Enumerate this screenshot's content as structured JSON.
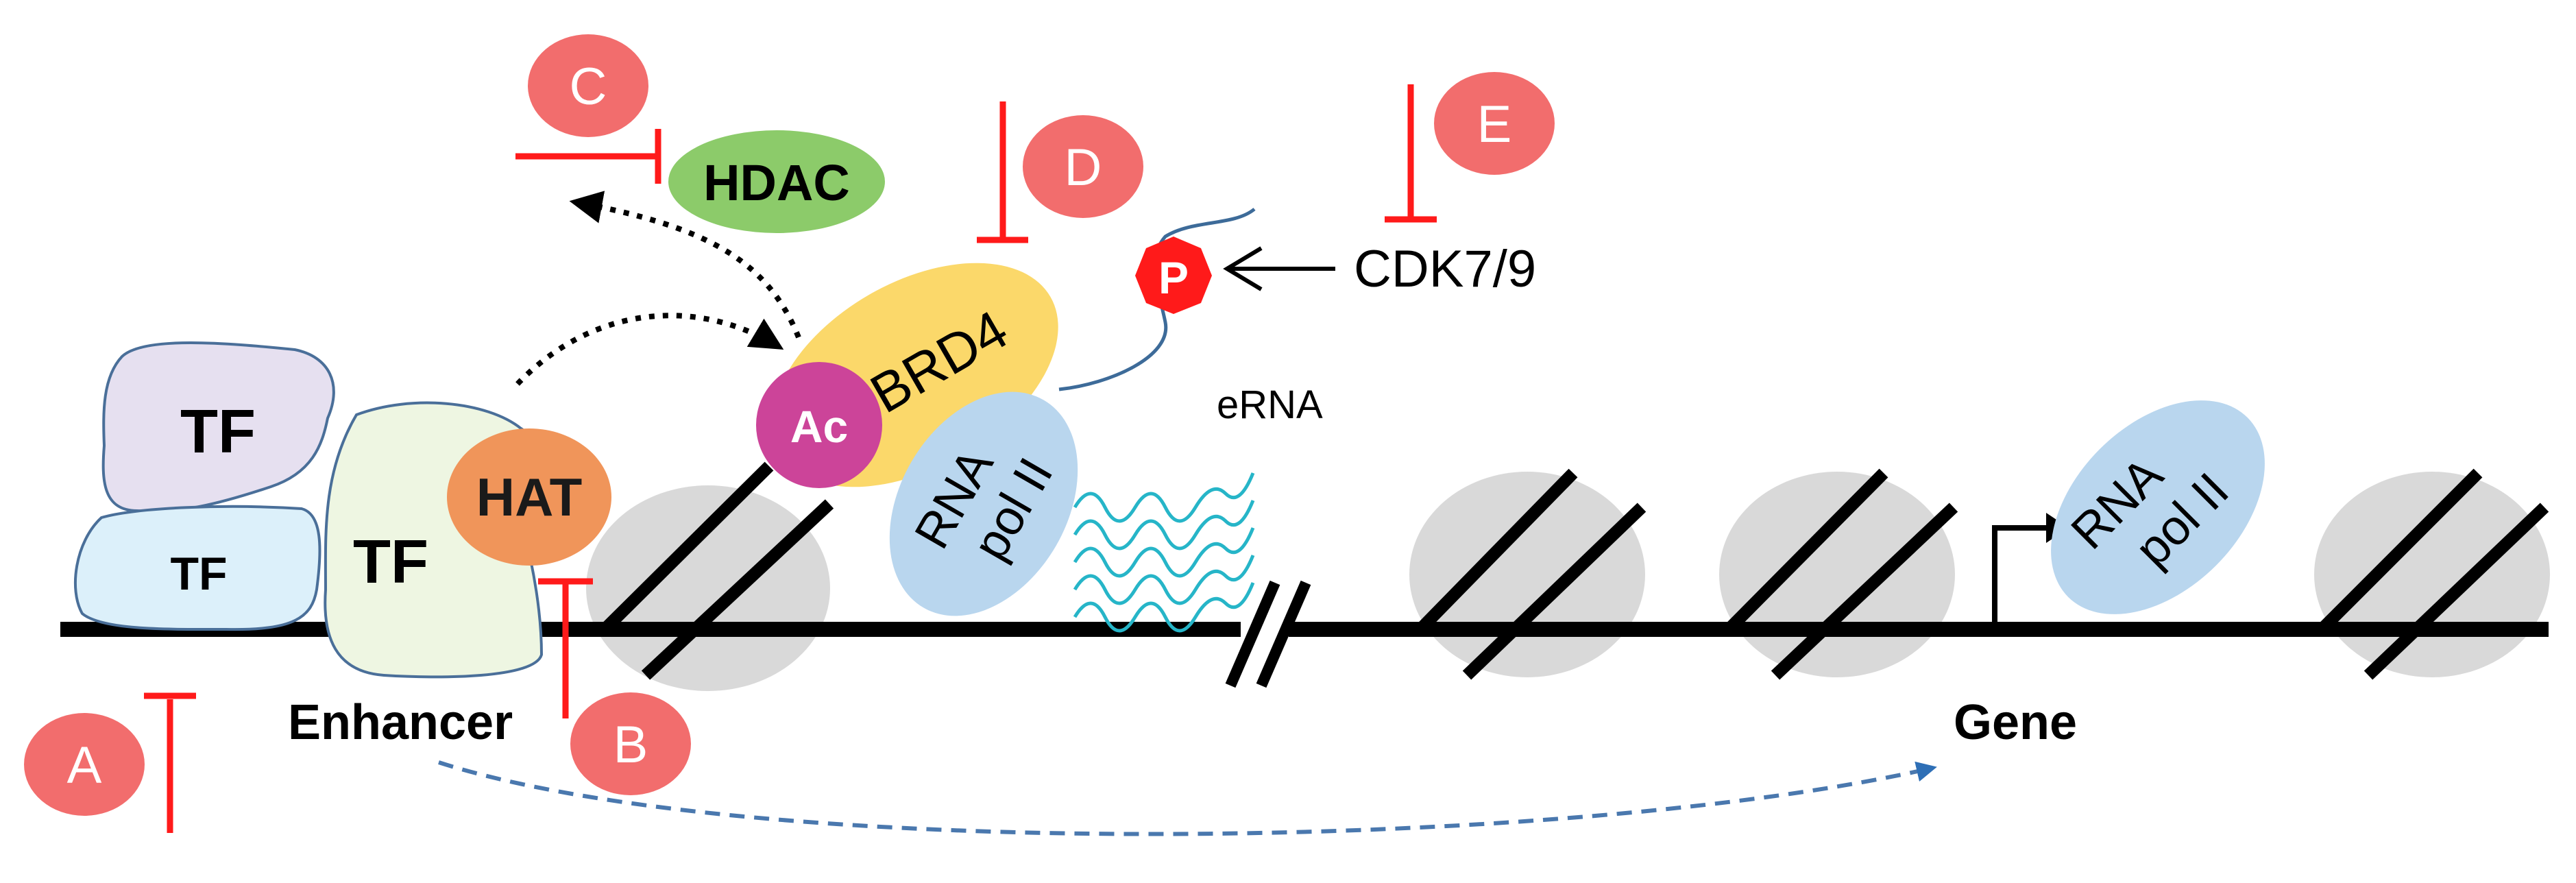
{
  "labels": {
    "tf_top": "TF",
    "tf_bottom": "TF",
    "tf_main": "TF",
    "hat": "HAT",
    "hdac": "HDAC",
    "brd4": "BRD4",
    "ac": "Ac",
    "rna_pol_ii_line1": "RNA",
    "rna_pol_ii_line2": "pol II",
    "rna_pol_ii_gene_line1": "RNA",
    "rna_pol_ii_gene_line2": "pol II",
    "phospho": "P",
    "cdk": "CDK7/9",
    "erna": "eRNA",
    "enhancer": "Enhancer",
    "gene": "Gene"
  },
  "markers": [
    "A",
    "B",
    "C",
    "D",
    "E"
  ],
  "colors": {
    "marker_fill": "#f26d6d",
    "inhibitor_red": "#ff1a1a",
    "tf_purple": "#e6e0f0",
    "tf_blue": "#dcf0fa",
    "tf_green": "#eef6e2",
    "tf_outline": "#4a6f99",
    "hat_orange": "#f0955a",
    "hdac_green": "#8ccb6a",
    "brd4_yellow": "#fbd86a",
    "ac_magenta": "#cc4499",
    "rna_pol_blue": "#b9d6ee",
    "nucleosome_grey": "#d9d9d9",
    "erna_cyan": "#26b5c8",
    "dna_black": "#000000",
    "dashed_blue": "#4a78ae"
  }
}
